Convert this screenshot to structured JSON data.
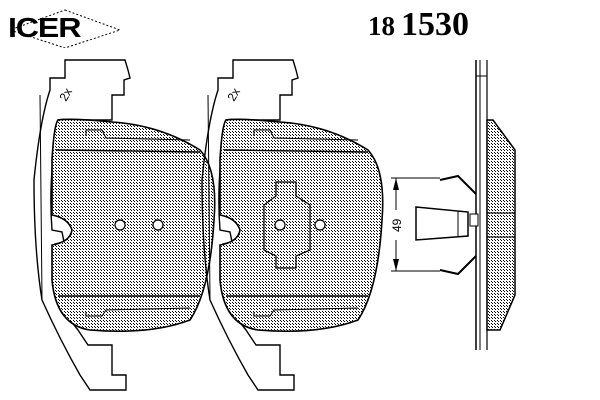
{
  "brand": {
    "name": "ICER"
  },
  "part_number": {
    "prefix": "18",
    "number": "1530"
  },
  "drawing": {
    "left_pad_label": "2x",
    "right_pad_label": "2x",
    "clip_dimension": "49"
  },
  "colors": {
    "line": "#000000",
    "fill_pattern": "#808080"
  }
}
